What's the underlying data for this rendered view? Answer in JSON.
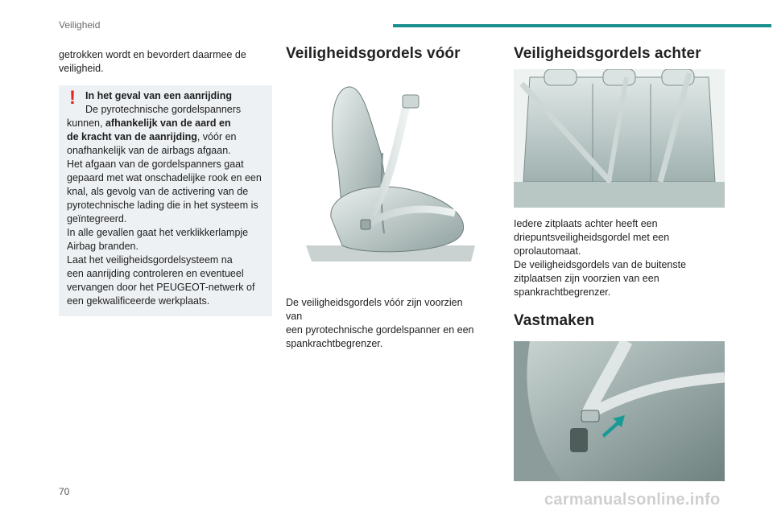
{
  "header": {
    "section": "Veiligheid",
    "accent_color": "#1a8f8f"
  },
  "col1": {
    "intro_lines": [
      "getrokken wordt en bevordert daarmee de",
      "veiligheid."
    ],
    "warning": {
      "icon": "exclamation-icon",
      "icon_color": "#e32423",
      "title": "In het geval van een aanrijding",
      "line1": "De pyrotechnische gordelspanners",
      "l2a": "kunnen, ",
      "l2b": "afhankelijk van de aard en",
      "l3a": "de kracht van de aanrijding",
      "l3b": ", vóór en",
      "rest": [
        "onafhankelijk van de airbags afgaan.",
        "Het afgaan van de gordelspanners gaat",
        "gepaard met wat onschadelijke rook en een",
        "knal, als gevolg van de activering van de",
        "pyrotechnische lading die in het systeem is",
        "geïntegreerd.",
        "In alle gevallen gaat het verklikkerlampje",
        "Airbag branden.",
        "Laat het veiligheidsgordelsysteem na",
        "een aanrijding controleren en eventueel",
        "vervangen door het PEUGEOT-netwerk of",
        "een gekwalificeerde werkplaats."
      ]
    }
  },
  "col2": {
    "heading": "Veiligheidsgordels vóór",
    "text_lines": [
      "De veiligheidsgordels vóór zijn voorzien van",
      "een pyrotechnische gordelspanner en een",
      "spankrachtbegrenzer."
    ]
  },
  "col3": {
    "heading1": "Veiligheidsgordels achter",
    "text_lines": [
      "Iedere zitplaats achter heeft een",
      "driepuntsveiligheidsgordel met een",
      "oprolautomaat.",
      "De veiligheidsgordels van de buitenste",
      "zitplaatsen zijn voorzien van een",
      "spankrachtbegrenzer."
    ],
    "heading2": "Vastmaken"
  },
  "footer": {
    "page_number": "70",
    "watermark": "carmanualsonline.info"
  }
}
